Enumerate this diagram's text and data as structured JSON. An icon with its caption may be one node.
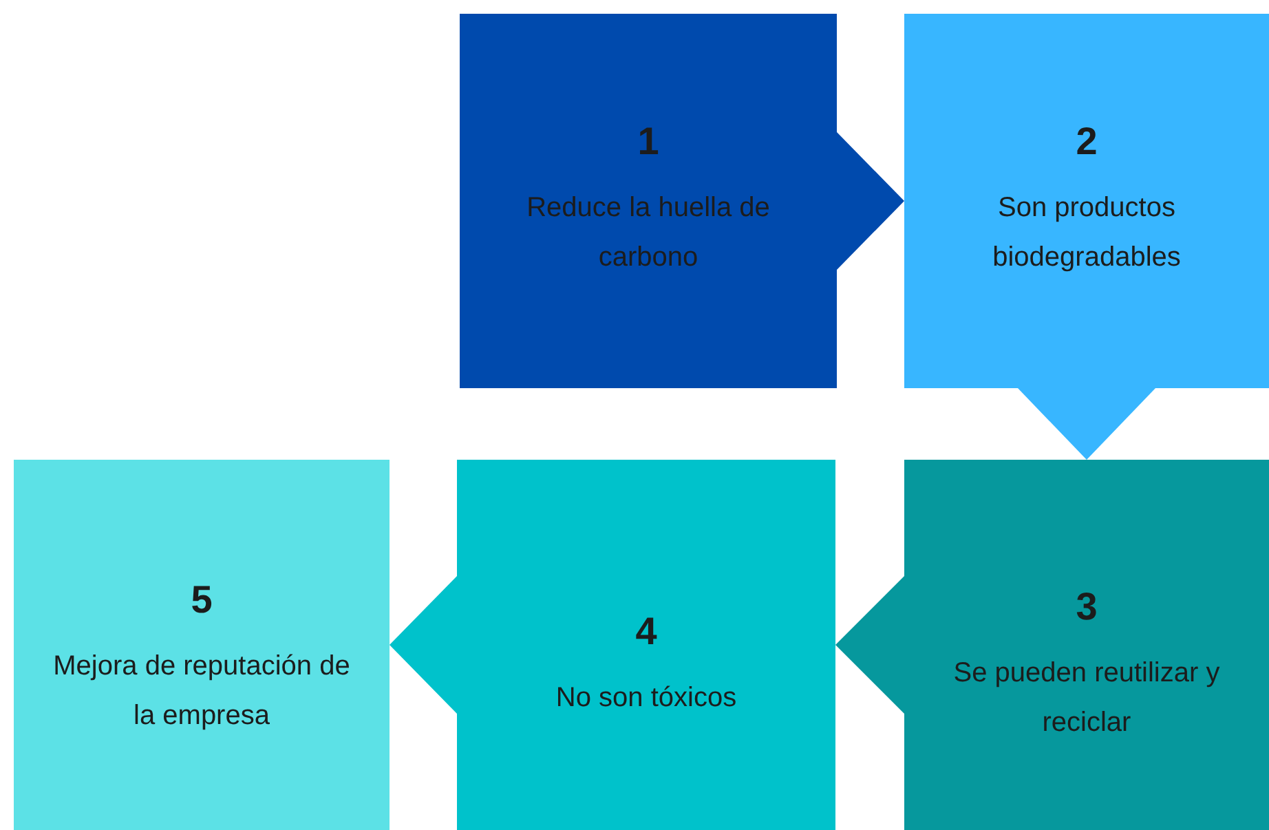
{
  "diagram": {
    "nodes": [
      {
        "text": [
          "1",
          "Reduce la huella de carbono"
        ]
      },
      {
        "text": [
          "2",
          "Son productos biodegradables"
        ]
      },
      {
        "text": [
          "3",
          "Se pueden reutilizar y reciclar"
        ]
      },
      {
        "text": [
          "4",
          "No son tóxicos"
        ]
      },
      {
        "text": [
          "5",
          "Mejora de reputación de la empresa"
        ]
      }
    ],
    "edges": [
      {
        "from": 0,
        "to": 1,
        "arrow": "to",
        "color": "#004aad"
      },
      {
        "from": 1,
        "to": 2,
        "arrow": "to",
        "color": "#38b6ff"
      },
      {
        "from": 2,
        "to": 3,
        "arrow": "to",
        "color": "#06989d"
      },
      {
        "from": 3,
        "to": 4,
        "arrow": "to",
        "color": "#00c2cb"
      }
    ]
  }
}
